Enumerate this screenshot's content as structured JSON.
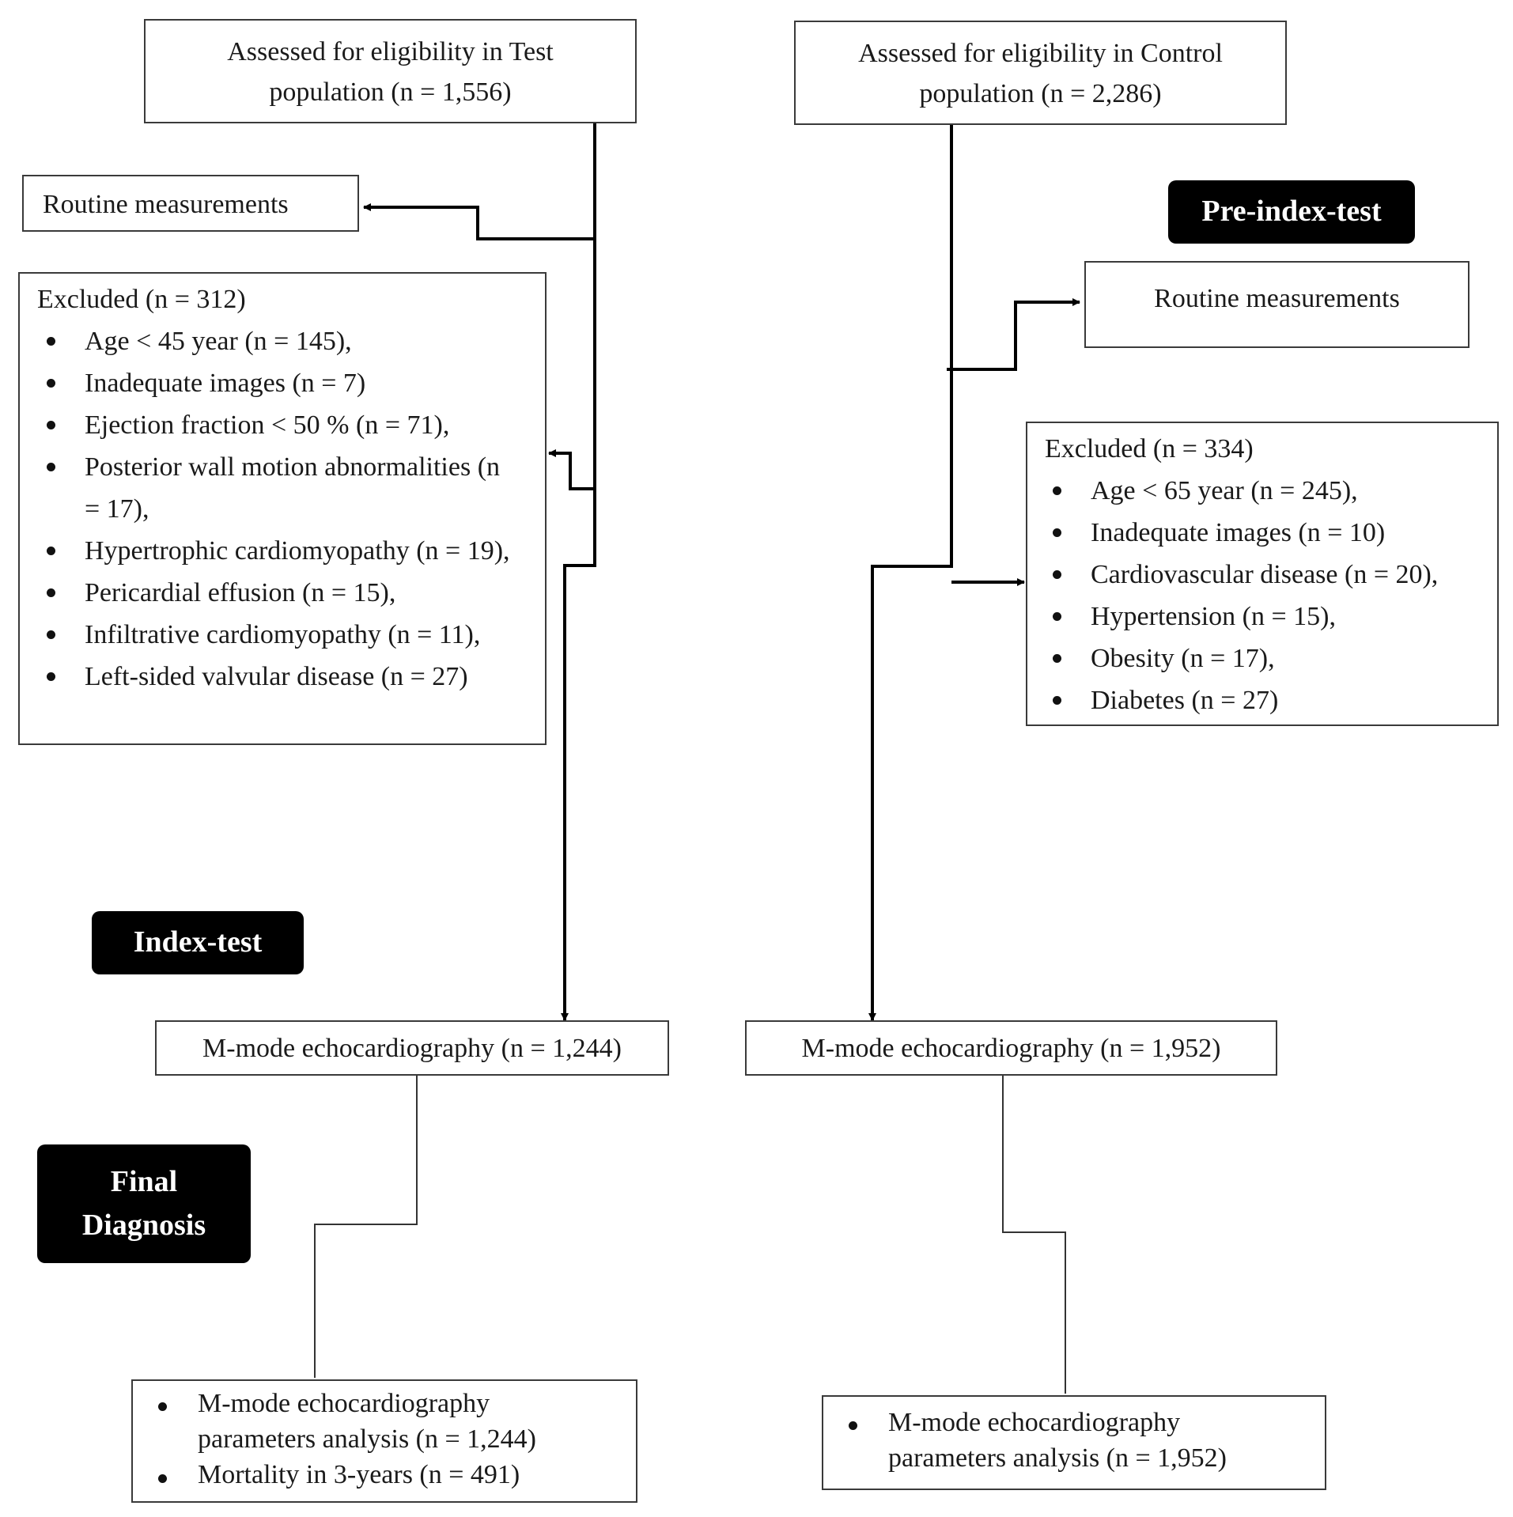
{
  "test": {
    "assessed": "Assessed for eligibility in Test population (n = 1,556)",
    "routine": "Routine measurements",
    "excluded_title": "Excluded (n = 312)",
    "excluded_items": [
      "Age < 45 year (n = 145),",
      "Inadequate images (n = 7)",
      "Ejection fraction < 50 % (n = 71),",
      "Posterior wall motion abnormalities (n = 17),",
      "Hypertrophic cardiomyopathy (n = 19),",
      "Pericardial effusion (n = 15),",
      "Infiltrative cardiomyopathy (n = 11),",
      "Left-sided valvular disease (n = 27)"
    ],
    "mmode": "M-mode echocardiography (n = 1,244)",
    "final_items": [
      "M-mode echocardiography parameters analysis (n = 1,244)",
      "Mortality in 3-years (n = 491)"
    ]
  },
  "control": {
    "assessed": "Assessed for eligibility in Control population (n = 2,286)",
    "routine": "Routine measurements",
    "excluded_title": "Excluded (n = 334)",
    "excluded_items": [
      "Age < 65 year (n = 245),",
      "Inadequate images (n = 10)",
      "Cardiovascular disease (n = 20),",
      "Hypertension (n = 15),",
      "Obesity (n = 17),",
      "Diabetes (n = 27)"
    ],
    "mmode": "M-mode echocardiography (n = 1,952)",
    "final_items": [
      "M-mode echocardiography parameters analysis (n = 1,952)"
    ]
  },
  "stages": {
    "pre_index": "Pre-index-test",
    "index": "Index-test",
    "final": "Final Diagnosis"
  },
  "colors": {
    "line": "#000000",
    "border": "#3a3a3a",
    "tag_bg": "#000000",
    "tag_text": "#ffffff"
  }
}
